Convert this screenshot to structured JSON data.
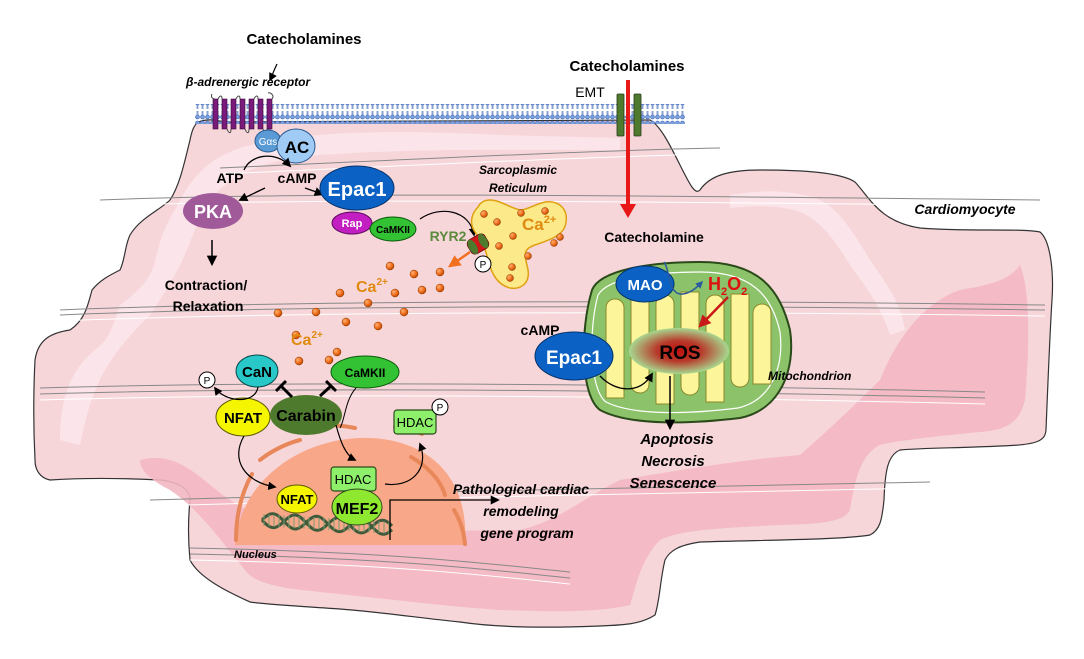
{
  "title": "Catecholamine signaling in cardiomyocyte",
  "labels": {
    "catecholamines_left": "Catecholamines",
    "beta_receptor": "β-adrenergic receptor",
    "galpha_s": "Gαs",
    "ac": "AC",
    "atp": "ATP",
    "camp_top": "cAMP",
    "pka": "PKA",
    "epac1_top": "Epac1",
    "rap": "Rap",
    "camkii_top": "CaMKII",
    "ryr2": "RYR2",
    "sr_line1": "Sarcoplasmic",
    "sr_line2": "Reticulum",
    "ca_sr": "Ca",
    "ca_sup": "2+",
    "phospho": "P",
    "contraction_line1": "Contraction/",
    "contraction_line2": "Relaxation",
    "ca_cyto1": "Ca",
    "ca_cyto2": "Ca",
    "catecholamines_right": "Catecholamines",
    "emt": "EMT",
    "catecholamine": "Catecholamine",
    "cardiomyocyte": "Cardiomyocyte",
    "mao": "MAO",
    "h2o2_h": "H",
    "h2o2_2a": "2",
    "h2o2_o": "O",
    "h2o2_2b": "2",
    "camp_mito": "cAMP",
    "epac1_mito": "Epac1",
    "ros": "ROS",
    "mitochondrion": "Mitochondrion",
    "outcome1": "Apoptosis",
    "outcome2": "Necrosis",
    "outcome3": "Senescence",
    "can": "CaN",
    "camkii_bottom": "CaMKII",
    "nfat_cyto": "NFAT",
    "carabin": "Carabin",
    "hdac_cyto": "HDAC",
    "hdac_nuc": "HDAC",
    "nfat_nuc": "NFAT",
    "mef2": "MEF2",
    "nucleus": "Nucleus",
    "gene_line1": "Pathological cardiac",
    "gene_line2": "remodeling",
    "gene_line3": "gene program"
  },
  "colors": {
    "cell_fill": "#f7d6da",
    "cell_dark": "#f3b7c2",
    "pka": "#a05a9a",
    "epac": "#0b62c4",
    "rap": "#c21ec2",
    "camkii": "#33c233",
    "ryr2_text": "#5a8a3a",
    "calcium": "#e08a10",
    "sr": "#fbe98a",
    "mito_outer": "#8cc26a",
    "mito_inner": "#fdf59a",
    "ros_red": "#c81818",
    "h2o2": "#e01010",
    "can": "#28c8c8",
    "nfat": "#f5f500",
    "carabin": "#4e7a2e",
    "hdac": "#8ef06a",
    "mef2": "#8ee830",
    "nucleus": "#f8a888",
    "receptor": "#7a1a7a",
    "emt_channel": "#4e7a2e"
  }
}
